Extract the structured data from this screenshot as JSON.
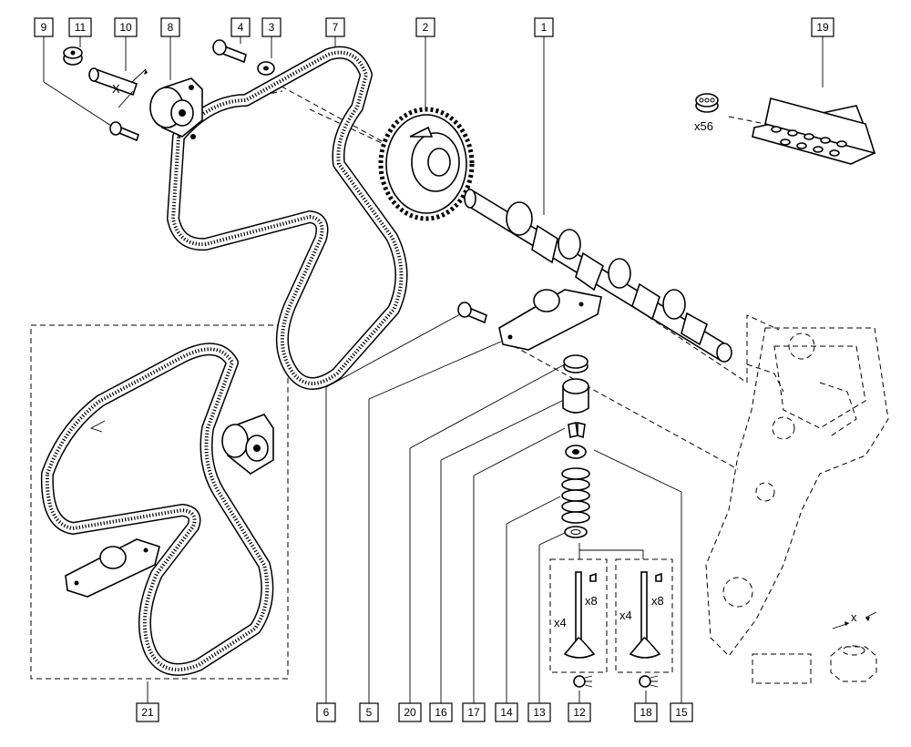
{
  "callouts": {
    "c1": "1",
    "c2": "2",
    "c3": "3",
    "c4": "4",
    "c5": "5",
    "c6": "6",
    "c7": "7",
    "c8": "8",
    "c9": "9",
    "c10": "10",
    "c11": "11",
    "c12": "12",
    "c13": "13",
    "c14": "14",
    "c15": "15",
    "c16": "16",
    "c17": "17",
    "c18": "18",
    "c19": "19",
    "c20": "20",
    "c21": "21"
  },
  "quantities": {
    "lifters": "x56",
    "valves_left": "x4",
    "valves_right": "x4",
    "keepers_left": "x8",
    "keepers_right": "x8"
  },
  "markers": {
    "shaft_x": "X",
    "nut_x": "x"
  }
}
